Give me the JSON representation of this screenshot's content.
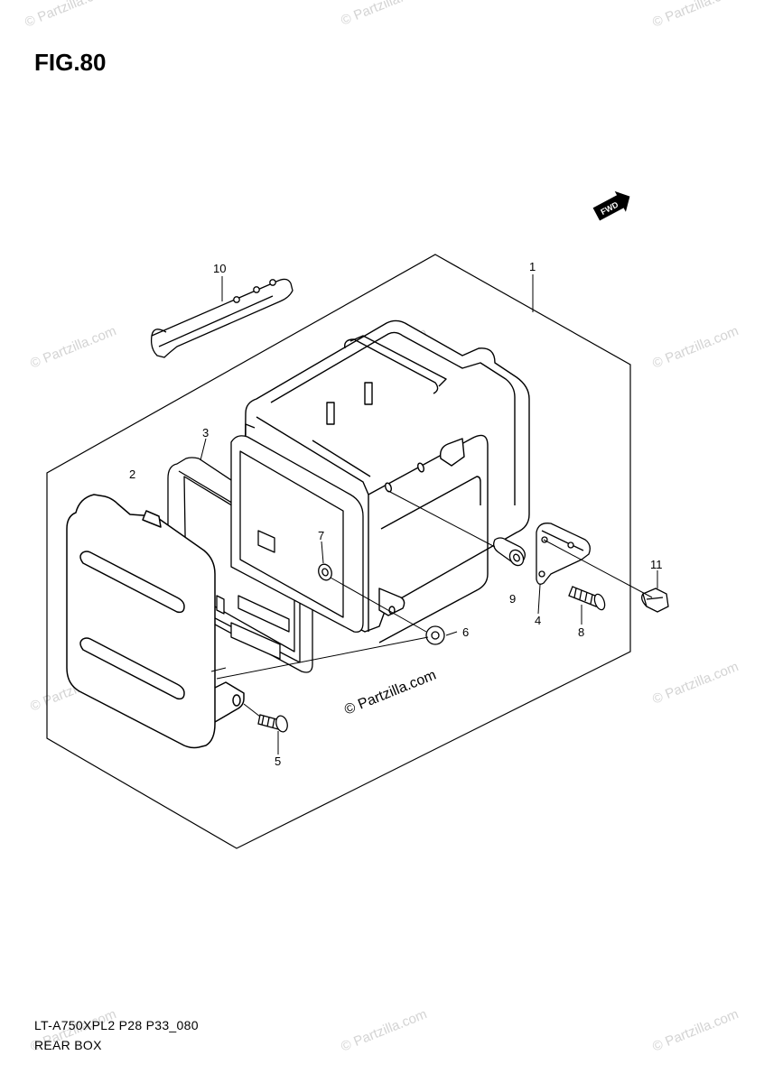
{
  "figure": {
    "title": "FIG.80",
    "code": "LT-A750XPL2 P28 P33_080",
    "name": "REAR BOX"
  },
  "callouts": [
    "1",
    "2",
    "3",
    "4",
    "5",
    "6",
    "7",
    "8",
    "9",
    "10",
    "11"
  ],
  "fwd_label": "FWD",
  "watermark": "© Partzilla.com"
}
